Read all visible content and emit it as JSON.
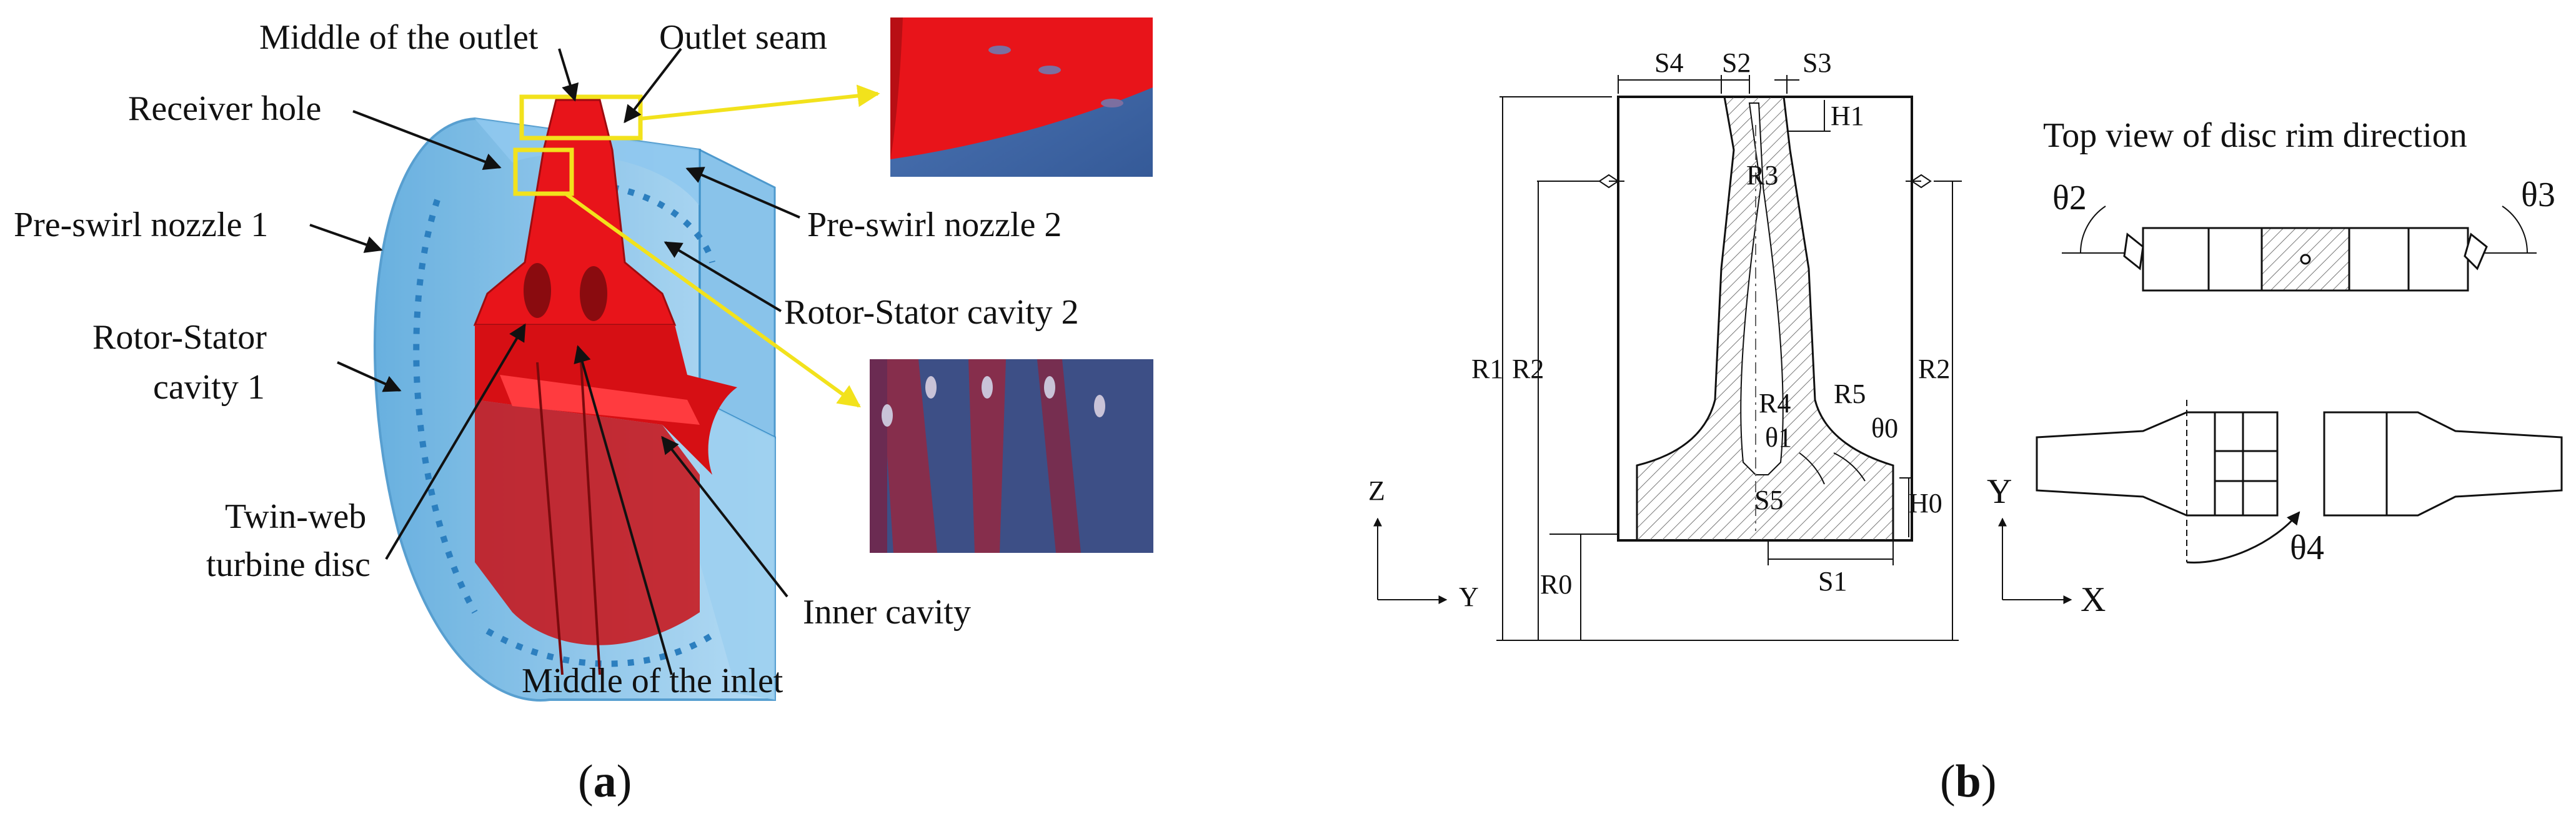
{
  "panel_a": {
    "labels": {
      "middle_outlet": "Middle of the outlet",
      "outlet_seam": "Outlet seam",
      "receiver_hole": "Receiver hole",
      "preswirl_1": "Pre-swirl nozzle 1",
      "preswirl_2": "Pre-swirl nozzle 2",
      "rs_cavity_2": "Rotor-Stator cavity 2",
      "rs_cavity_1_line1": "Rotor-Stator",
      "rs_cavity_1_line2": "cavity 1",
      "twin_web_line1": "Twin-web",
      "twin_web_line2": "turbine disc",
      "inner_cavity": "Inner cavity",
      "middle_inlet": "Middle of the inlet"
    },
    "caption_open": "(",
    "caption_letter": "a",
    "caption_close": ")"
  },
  "panel_b": {
    "dims": {
      "S4": "S4",
      "S2": "S2",
      "S3": "S3",
      "H1": "H1",
      "R3": "R3",
      "R1": "R1",
      "R2": "R2",
      "R2r": "R2",
      "R4": "R4",
      "R5": "R5",
      "th1": "θ1",
      "th0": "θ0",
      "S5": "S5",
      "H0": "H0",
      "S1": "S1",
      "R0": "R0"
    },
    "axes_left": {
      "z": "Z",
      "y": "Y"
    },
    "top_view_title": "Top view of disc rim direction",
    "angles": {
      "t2": "θ2",
      "t3": "θ3",
      "t4": "θ4"
    },
    "axes_right": {
      "y": "Y",
      "x": "X"
    },
    "caption_open": "(",
    "caption_letter": "b",
    "caption_close": ")"
  },
  "colors": {
    "casing_blue": "#6fb6e4",
    "disc_red": "#e8141a",
    "callout_yellow": "#f2e21c",
    "inset_blue": "#4a6fb0",
    "inset_dark": "#3d4f86"
  }
}
